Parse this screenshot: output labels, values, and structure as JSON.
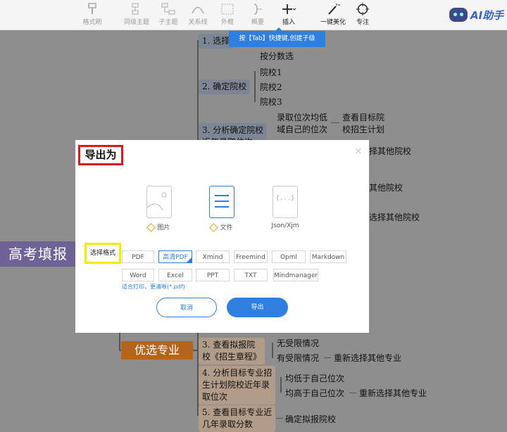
{
  "toolbar": {
    "format_brush": "格式刷",
    "sibling_topic": "同级主题",
    "child_topic": "子主题",
    "relation_line": "关系线",
    "outline_frame": "外框",
    "summary": "概要",
    "insert": "插入",
    "beautify": "一键美化",
    "focus": "专注",
    "ai_assistant": "AI助手"
  },
  "tooltip": "按【Tab】快捷键,创建子级",
  "mindmap": {
    "root": "高考填报",
    "step1": "1. 选择",
    "by_score": "按分数选",
    "step2": "2. 确定院校",
    "school1": "院校1",
    "school2": "院校2",
    "school3": "院校3",
    "step3_line1": "3. 分析确定院校",
    "step3_line2": "近年录取位次",
    "rank_line1": "录取位次均低",
    "rank_line2": "域自己的位次",
    "check_line1": "查看目标院",
    "check_line2": "校招生计划",
    "reselect1": "择其他院校",
    "reselect2": "其他院校",
    "reselect3": "选择其他院校",
    "major": "优选专业",
    "m3_line1": "3. 查看拟报院",
    "m3_line2": "校《招生章程》",
    "no_limit": "无受限情况",
    "has_limit": "有受限情况",
    "reselect_major": "重新选择其他专业",
    "m4_line1": "4. 分析目标专业招",
    "m4_line2": "生计划院校近年录",
    "m4_line3": "取位次",
    "lower": "均低于自己位次",
    "higher": "均高于自己位次",
    "reselect_major2": "重新选择其他专业",
    "m5_line1": "5. 查看目标专业近",
    "m5_line2": "几年录取分数",
    "confirm": "确定拟报院校"
  },
  "dialog": {
    "title": "导出为",
    "close": "×",
    "types": [
      {
        "label": "图片",
        "premium": true
      },
      {
        "label": "文件",
        "premium": true,
        "selected": true
      },
      {
        "label": "Json/Xjm",
        "premium": false
      }
    ],
    "select_format_label": "选择格式",
    "formats_row1": [
      "PDF",
      "高清PDF",
      "Xmind",
      "Freemind",
      "Opml",
      "Markdown"
    ],
    "formats_row2": [
      "Word",
      "Excel",
      "PPT",
      "TXT",
      "Mindmanager"
    ],
    "selected_format": "高清PDF",
    "hint": "适合打印，更清晰(*.pdf)",
    "cancel": "取消",
    "export": "导出"
  },
  "colors": {
    "accent": "#2f7fe0",
    "title_border": "#e41818",
    "label_border": "#f6ec00",
    "root": "#6e6397",
    "major": "#b3651d"
  }
}
